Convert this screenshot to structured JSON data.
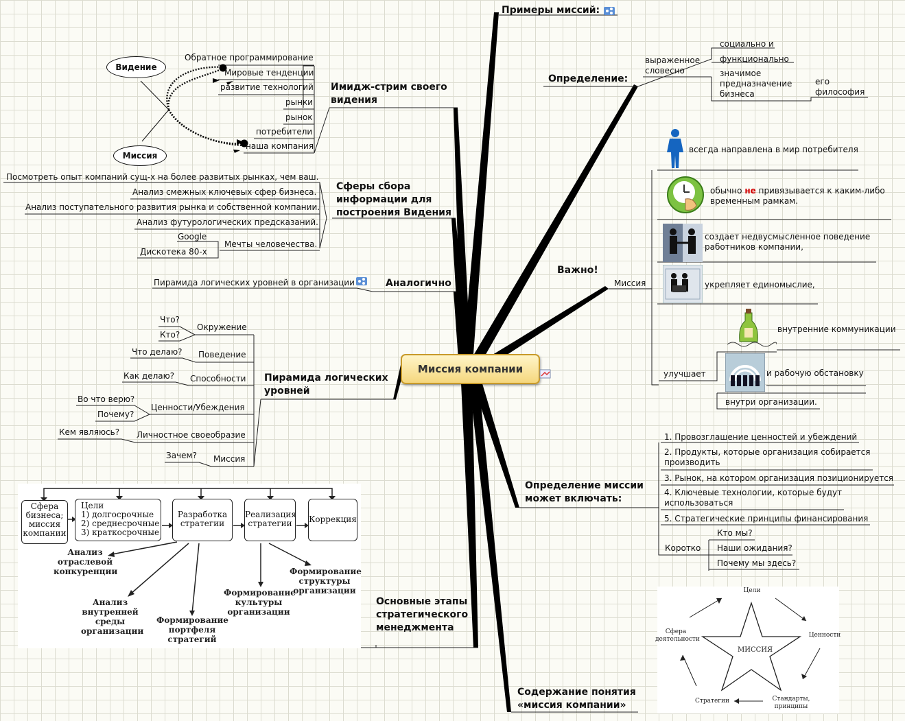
{
  "center": {
    "label": "Миссия компании"
  },
  "branches": {
    "examples": {
      "label": "Примеры миссий:"
    },
    "definition": {
      "label": "Определение:",
      "expressed": "выраженное словесно",
      "items": [
        "социально и",
        "функционально",
        "значимое предназначение бизнеса"
      ],
      "philosophy": "его философия"
    },
    "imagestream": {
      "label": "Имидж-стрим своего видения",
      "items": [
        "Обратное программирование",
        "Мировые тенденции",
        "развитие технологий",
        "рынки",
        "рынок",
        "потребители",
        "наша компания"
      ],
      "vision": "Видение",
      "mission": "Миссия"
    },
    "spheres": {
      "label": "Сферы сбора информации для построения Видения",
      "items": [
        "Посмотреть опыт компаний сущ-х на более развитых рынках, чем ваш.",
        "Анализ смежных ключевых сфер бизнеса.",
        "Анализ поступательного развития рынка и собственной компании.",
        "Анализ футурологических предсказаний."
      ],
      "dreams": "Мечты человечества.",
      "dream_items": [
        "Google",
        "Дискотека 80-х"
      ]
    },
    "analog": {
      "label": "Аналогично",
      "item": "Пирамида логических уровней в организации"
    },
    "pyramid": {
      "label": "Пирамида логических уровней",
      "levels": [
        {
          "name": "Окружение",
          "questions": [
            "Что?",
            "Кто?"
          ]
        },
        {
          "name": "Поведение",
          "questions": [
            "Что делаю?"
          ]
        },
        {
          "name": "Способности",
          "questions": [
            "Как делаю?"
          ]
        },
        {
          "name": "Ценности/Убеждения",
          "questions": [
            "Во что верю?",
            "Почему?"
          ]
        },
        {
          "name": "Личностное своеобразие",
          "questions": [
            "Кем являюсь?"
          ]
        },
        {
          "name": "Миссия",
          "questions": [
            "Зачем?"
          ]
        }
      ]
    },
    "stages": {
      "label": "Основные этапы стратегического менеджмента",
      "boxes": [
        "Сфера бизнеса; миссия компании",
        "Цели",
        "1) долгосрочные",
        "2) среднесрочные",
        "3) краткосрочные",
        "Разработка стратегии",
        "Реализация стратегии",
        "Коррекция"
      ],
      "subs": [
        "Анализ отраслевой конкуренции",
        "Анализ внутренней среды организации",
        "Формирование портфеля стратегий",
        "Формирование культуры организации",
        "Формирование структуры организации"
      ]
    },
    "important": {
      "label": "Важно!",
      "mission": "Миссия",
      "items": [
        "всегда направлена в мир потребителя",
        "обычно",
        "не",
        "привязывается к каким-либо временным рамкам.",
        "создает недвусмысленное поведение работников компании,",
        "укрепляет единомыслие,"
      ],
      "improves": "улучшает",
      "improve_items": [
        "внутренние коммуникации",
        "и рабочую обстановку",
        "внутри организации."
      ]
    },
    "can_include": {
      "label": "Определение миссии может включать:",
      "items": [
        "1. Провозглашение ценностей и убеждений",
        "2. Продукты, которые организация собирается производить",
        "3. Рынок, на котором организация позиционируется",
        "4. Ключевые технологии, которые будут использоваться",
        "5. Стратегические принципы финансирования"
      ],
      "short": "Коротко",
      "short_items": [
        "Кто мы?",
        "Наши ожидания?",
        "Почему мы здесь?"
      ]
    },
    "content": {
      "label": "Содержание понятия «миссия компании»",
      "star_center": "МИССИЯ",
      "star_labels": [
        "Цели",
        "Ценности",
        "Стандарты, принципы",
        "Стратегии",
        "Сфера деятельности"
      ]
    }
  },
  "colors": {
    "accent": "#c89a2a",
    "center_fill": "#f5d77e",
    "highlight": "#d20000"
  }
}
